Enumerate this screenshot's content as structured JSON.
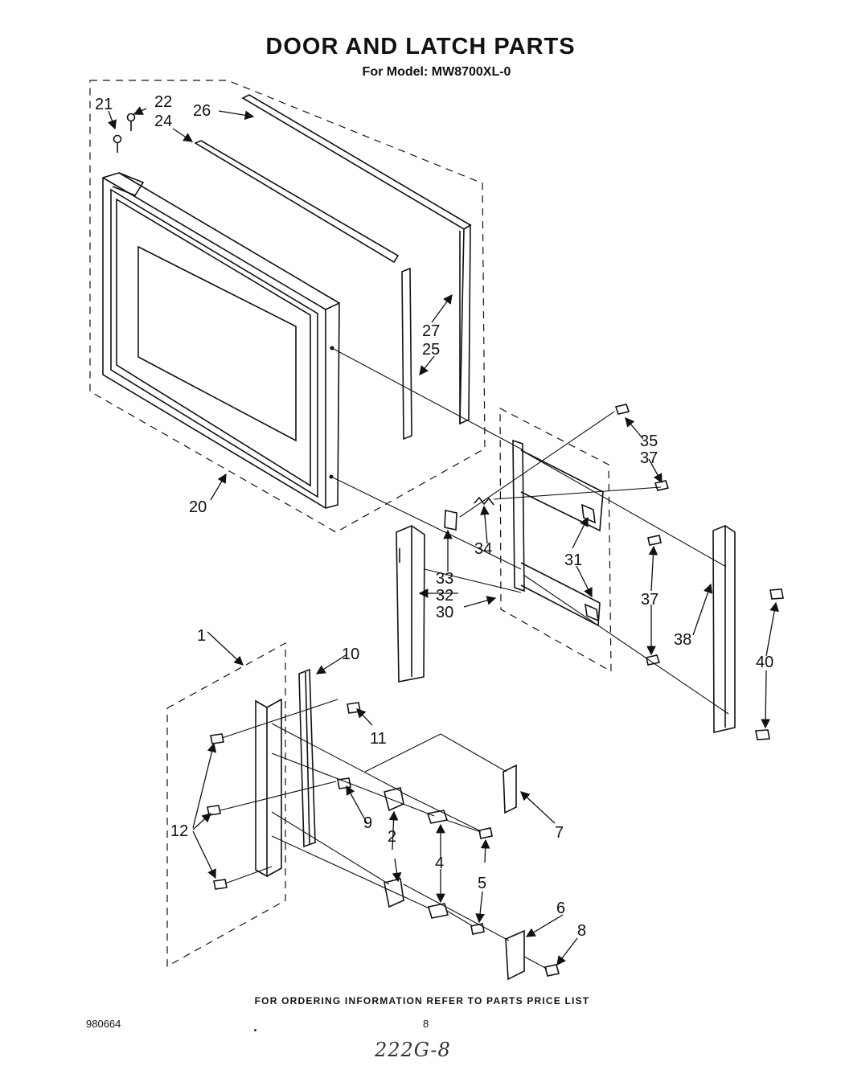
{
  "header": {
    "title": "DOOR AND LATCH PARTS",
    "subtitle": "For Model: MW8700XL-0"
  },
  "callouts": {
    "p1": "1",
    "p2": "2",
    "p4": "4",
    "p5": "5",
    "p6": "6",
    "p7": "7",
    "p8": "8",
    "p9": "9",
    "p10": "10",
    "p11": "11",
    "p12": "12",
    "p20": "20",
    "p21": "21",
    "p22": "22",
    "p24": "24",
    "p25": "25",
    "p26": "26",
    "p27": "27",
    "p30": "30",
    "p31": "31",
    "p32": "32",
    "p33": "33",
    "p34": "34",
    "p35": "35",
    "p37a": "37",
    "p37b": "37",
    "p38": "38",
    "p40": "40"
  },
  "footer": {
    "ordering_note": "FOR ORDERING INFORMATION REFER TO PARTS PRICE LIST",
    "doc_number": "980664",
    "page_number": "8",
    "handwritten_note": "222G-8"
  }
}
